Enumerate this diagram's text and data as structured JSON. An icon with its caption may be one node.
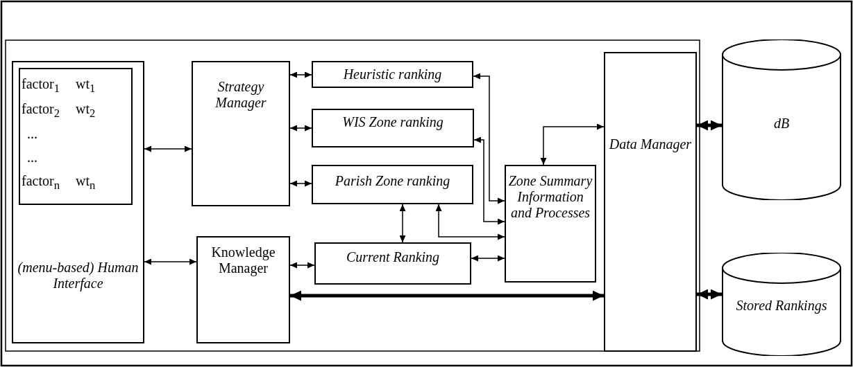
{
  "diagram": {
    "nodes": [
      {
        "text": [
          "(menu-based) Human Interface"
        ]
      },
      {
        "text": [
          "factor$_{1}$",
          "wt$_{1}$",
          "factor$_{2}$",
          "wt$_{2}$",
          "...",
          "...",
          "factor$_{n}$",
          "wt$_{n}$"
        ],
        "in": 0
      },
      {
        "text": [
          "Strategy Manager"
        ]
      },
      {
        "text": [
          "Heuristic ranking"
        ]
      },
      {
        "text": [
          "WIS Zone ranking"
        ]
      },
      {
        "text": [
          "Parish Zone ranking"
        ]
      },
      {
        "text": [
          "Knowledge Manager"
        ]
      },
      {
        "text": [
          "Current Ranking"
        ]
      },
      {
        "text": [
          "Zone Summary Information and Processes"
        ]
      },
      {
        "text": [
          "Data Manager"
        ]
      },
      {
        "text": [
          "dB"
        ]
      },
      {
        "text": [
          "Stored Rankings"
        ]
      }
    ],
    "edges": [
      {
        "from": 0,
        "to": 2,
        "arrow": "both"
      },
      {
        "from": 0,
        "to": 6,
        "arrow": "both"
      },
      {
        "from": 2,
        "to": 3,
        "arrow": "both"
      },
      {
        "from": 2,
        "to": 4,
        "arrow": "both"
      },
      {
        "from": 2,
        "to": 5,
        "arrow": "both"
      },
      {
        "from": 6,
        "to": 7,
        "arrow": "both"
      },
      {
        "from": 5,
        "to": 7,
        "arrow": "both"
      },
      {
        "from": 3,
        "to": 8,
        "arrow": "both"
      },
      {
        "from": 4,
        "to": 8,
        "arrow": "both"
      },
      {
        "from": 5,
        "to": 8,
        "arrow": "both"
      },
      {
        "from": 7,
        "to": 8,
        "arrow": "both"
      },
      {
        "from": 8,
        "to": 9,
        "arrow": "both"
      },
      {
        "from": 6,
        "to": 9,
        "arrow": "both",
        "style": "thick"
      },
      {
        "from": 9,
        "to": 10,
        "arrow": "both",
        "style": "thick"
      },
      {
        "from": 9,
        "to": 11,
        "arrow": "both",
        "style": "thick"
      }
    ]
  }
}
